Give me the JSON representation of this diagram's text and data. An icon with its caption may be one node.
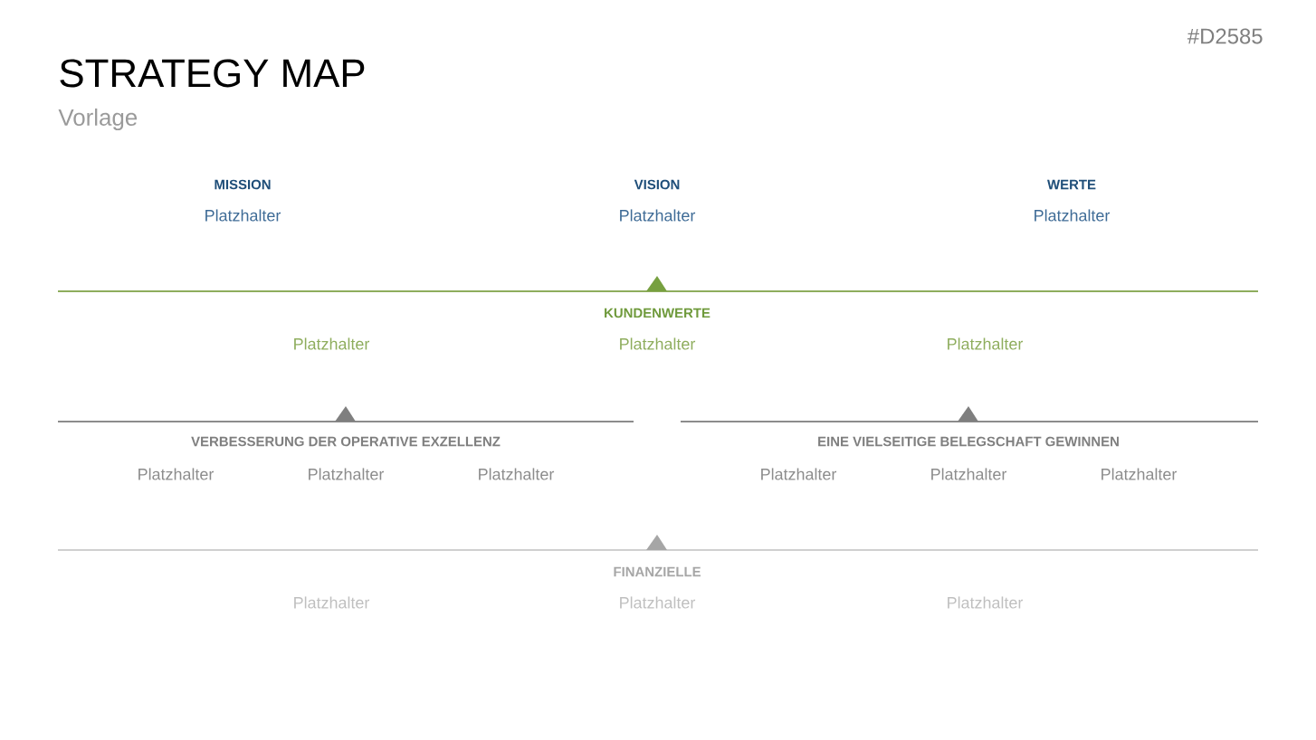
{
  "diagram": {
    "title": "STRATEGY MAP",
    "labels": [
      "#D2585",
      "Vorlage",
      "MISSION",
      "Platzhalter",
      "VISION",
      "Platzhalter",
      "WERTE",
      "Platzhalter",
      "KUNDENWERTE",
      "Platzhalter",
      "Platzhalter",
      "Platzhalter",
      "VERBESSERUNG DER OPERATIVE EXZELLENZ",
      "EINE VIELSEITIGE BELEGSCHAFT GEWINNEN",
      "Platzhalter",
      "Platzhalter",
      "Platzhalter",
      "Platzhalter",
      "Platzhalter",
      "Platzhalter",
      "FINANZIELLE",
      "Platzhalter",
      "Platzhalter",
      "Platzhalter"
    ]
  }
}
